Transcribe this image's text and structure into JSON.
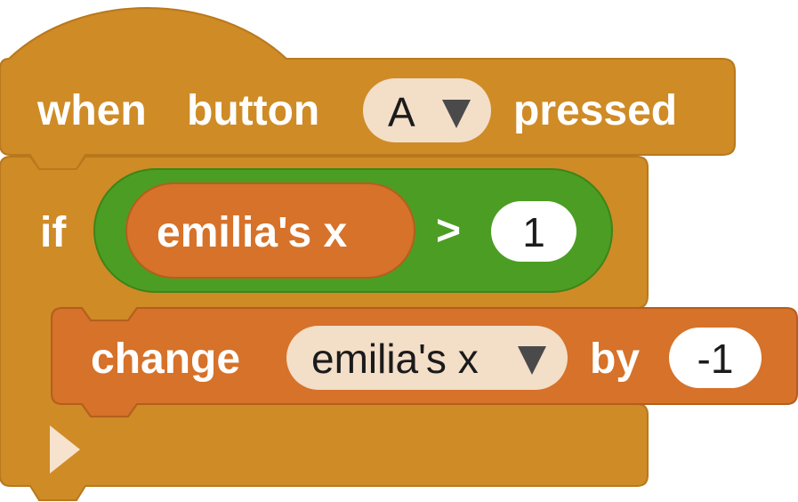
{
  "colors": {
    "event_block": "#CF8B26",
    "event_border": "#B9781C",
    "logic_block": "#4B9E23",
    "logic_border": "#3D8419",
    "variable_block": "#D67229",
    "variable_border": "#B45E1D",
    "dropdown_fill": "#F3DEC8",
    "number_fill": "#FFFFFF",
    "text_light": "#FFFFFF",
    "text_dark": "#1B1B1B"
  },
  "hat_block": {
    "label_when": "when",
    "label_button": "button",
    "button_dropdown": {
      "value": "A",
      "icon": "triangle-down-icon"
    },
    "label_pressed": "pressed"
  },
  "if_block": {
    "label_if": "if",
    "condition": {
      "left_reporter": "emilia's x",
      "operator": ">",
      "right_value": "1"
    },
    "end_icon": "triangle-right-icon"
  },
  "change_block": {
    "label_change": "change",
    "variable_dropdown": {
      "value": "emilia's x",
      "icon": "triangle-down-icon"
    },
    "label_by": "by",
    "amount": "-1"
  }
}
